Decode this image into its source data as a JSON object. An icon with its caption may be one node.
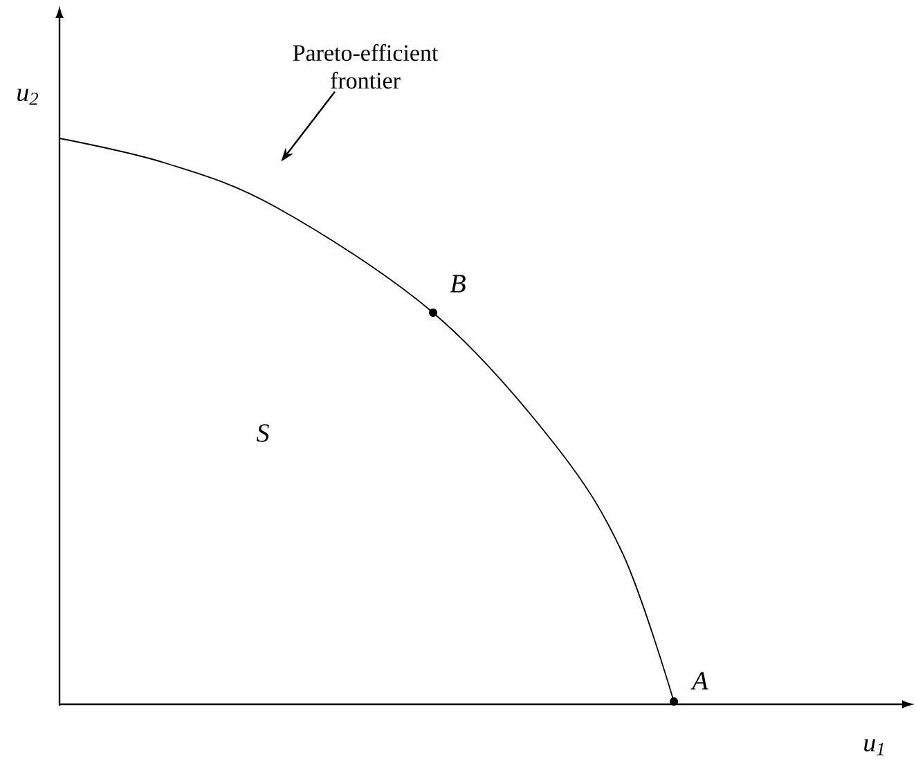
{
  "diagram": {
    "nodes": [
      {
        "text": [
          "Pareto-efficient frontier"
        ]
      },
      {
        "text": [],
        "shape": "curve"
      }
    ],
    "edges": [
      {
        "from": 0,
        "to": 1,
        "arrow": "to"
      }
    ],
    "labels": [
      "u$_{2}$",
      "B",
      "S",
      "A",
      "u$_{1}$"
    ]
  }
}
